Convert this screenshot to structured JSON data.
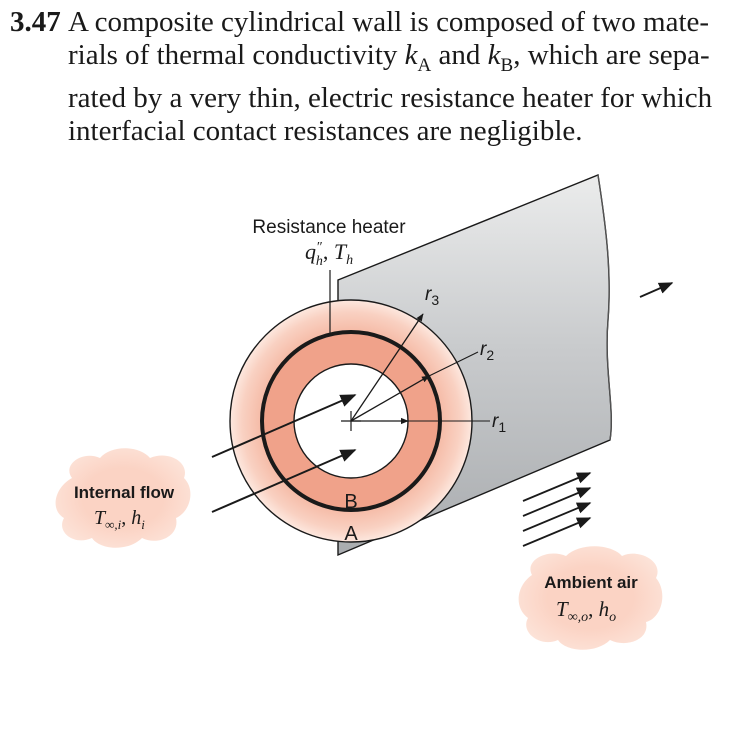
{
  "problem": {
    "number": "3.47",
    "lines": [
      "A composite cylindrical wall is composed of two mate-",
      "rials of thermal conductivity",
      "and",
      ", which are sepa-",
      "rated by a very thin, electric resistance heater for which",
      "interfacial contact resistances are negligible."
    ],
    "symbol_k": "k",
    "sub_A": "A",
    "sub_B": "B"
  },
  "figure": {
    "heater_label": "Resistance heater",
    "heater_sym_q": "q",
    "heater_sym_q_super": "″",
    "heater_sym_q_sub": "h",
    "heater_sym_T": "T",
    "heater_sym_T_sub": "h",
    "radius_r3": "r",
    "radius_r3_sub": "3",
    "radius_r2": "r",
    "radius_r2_sub": "2",
    "radius_r1": "r",
    "radius_r1_sub": "1",
    "material_B": "B",
    "material_A": "A",
    "internal_flow_label": "Internal flow",
    "internal_T": "T",
    "internal_T_sub": "∞,i",
    "internal_h": "h",
    "internal_h_sub": "i",
    "ambient_label": "Ambient air",
    "ambient_T": "T",
    "ambient_T_sub": "∞,o",
    "ambient_h": "h",
    "ambient_h_sub": "o",
    "colors": {
      "ring_A": "#f4c3b4",
      "ring_B": "#f0a28a",
      "cylinder_body": "#cfd1d3",
      "cloud": "#fbd3c4"
    }
  }
}
